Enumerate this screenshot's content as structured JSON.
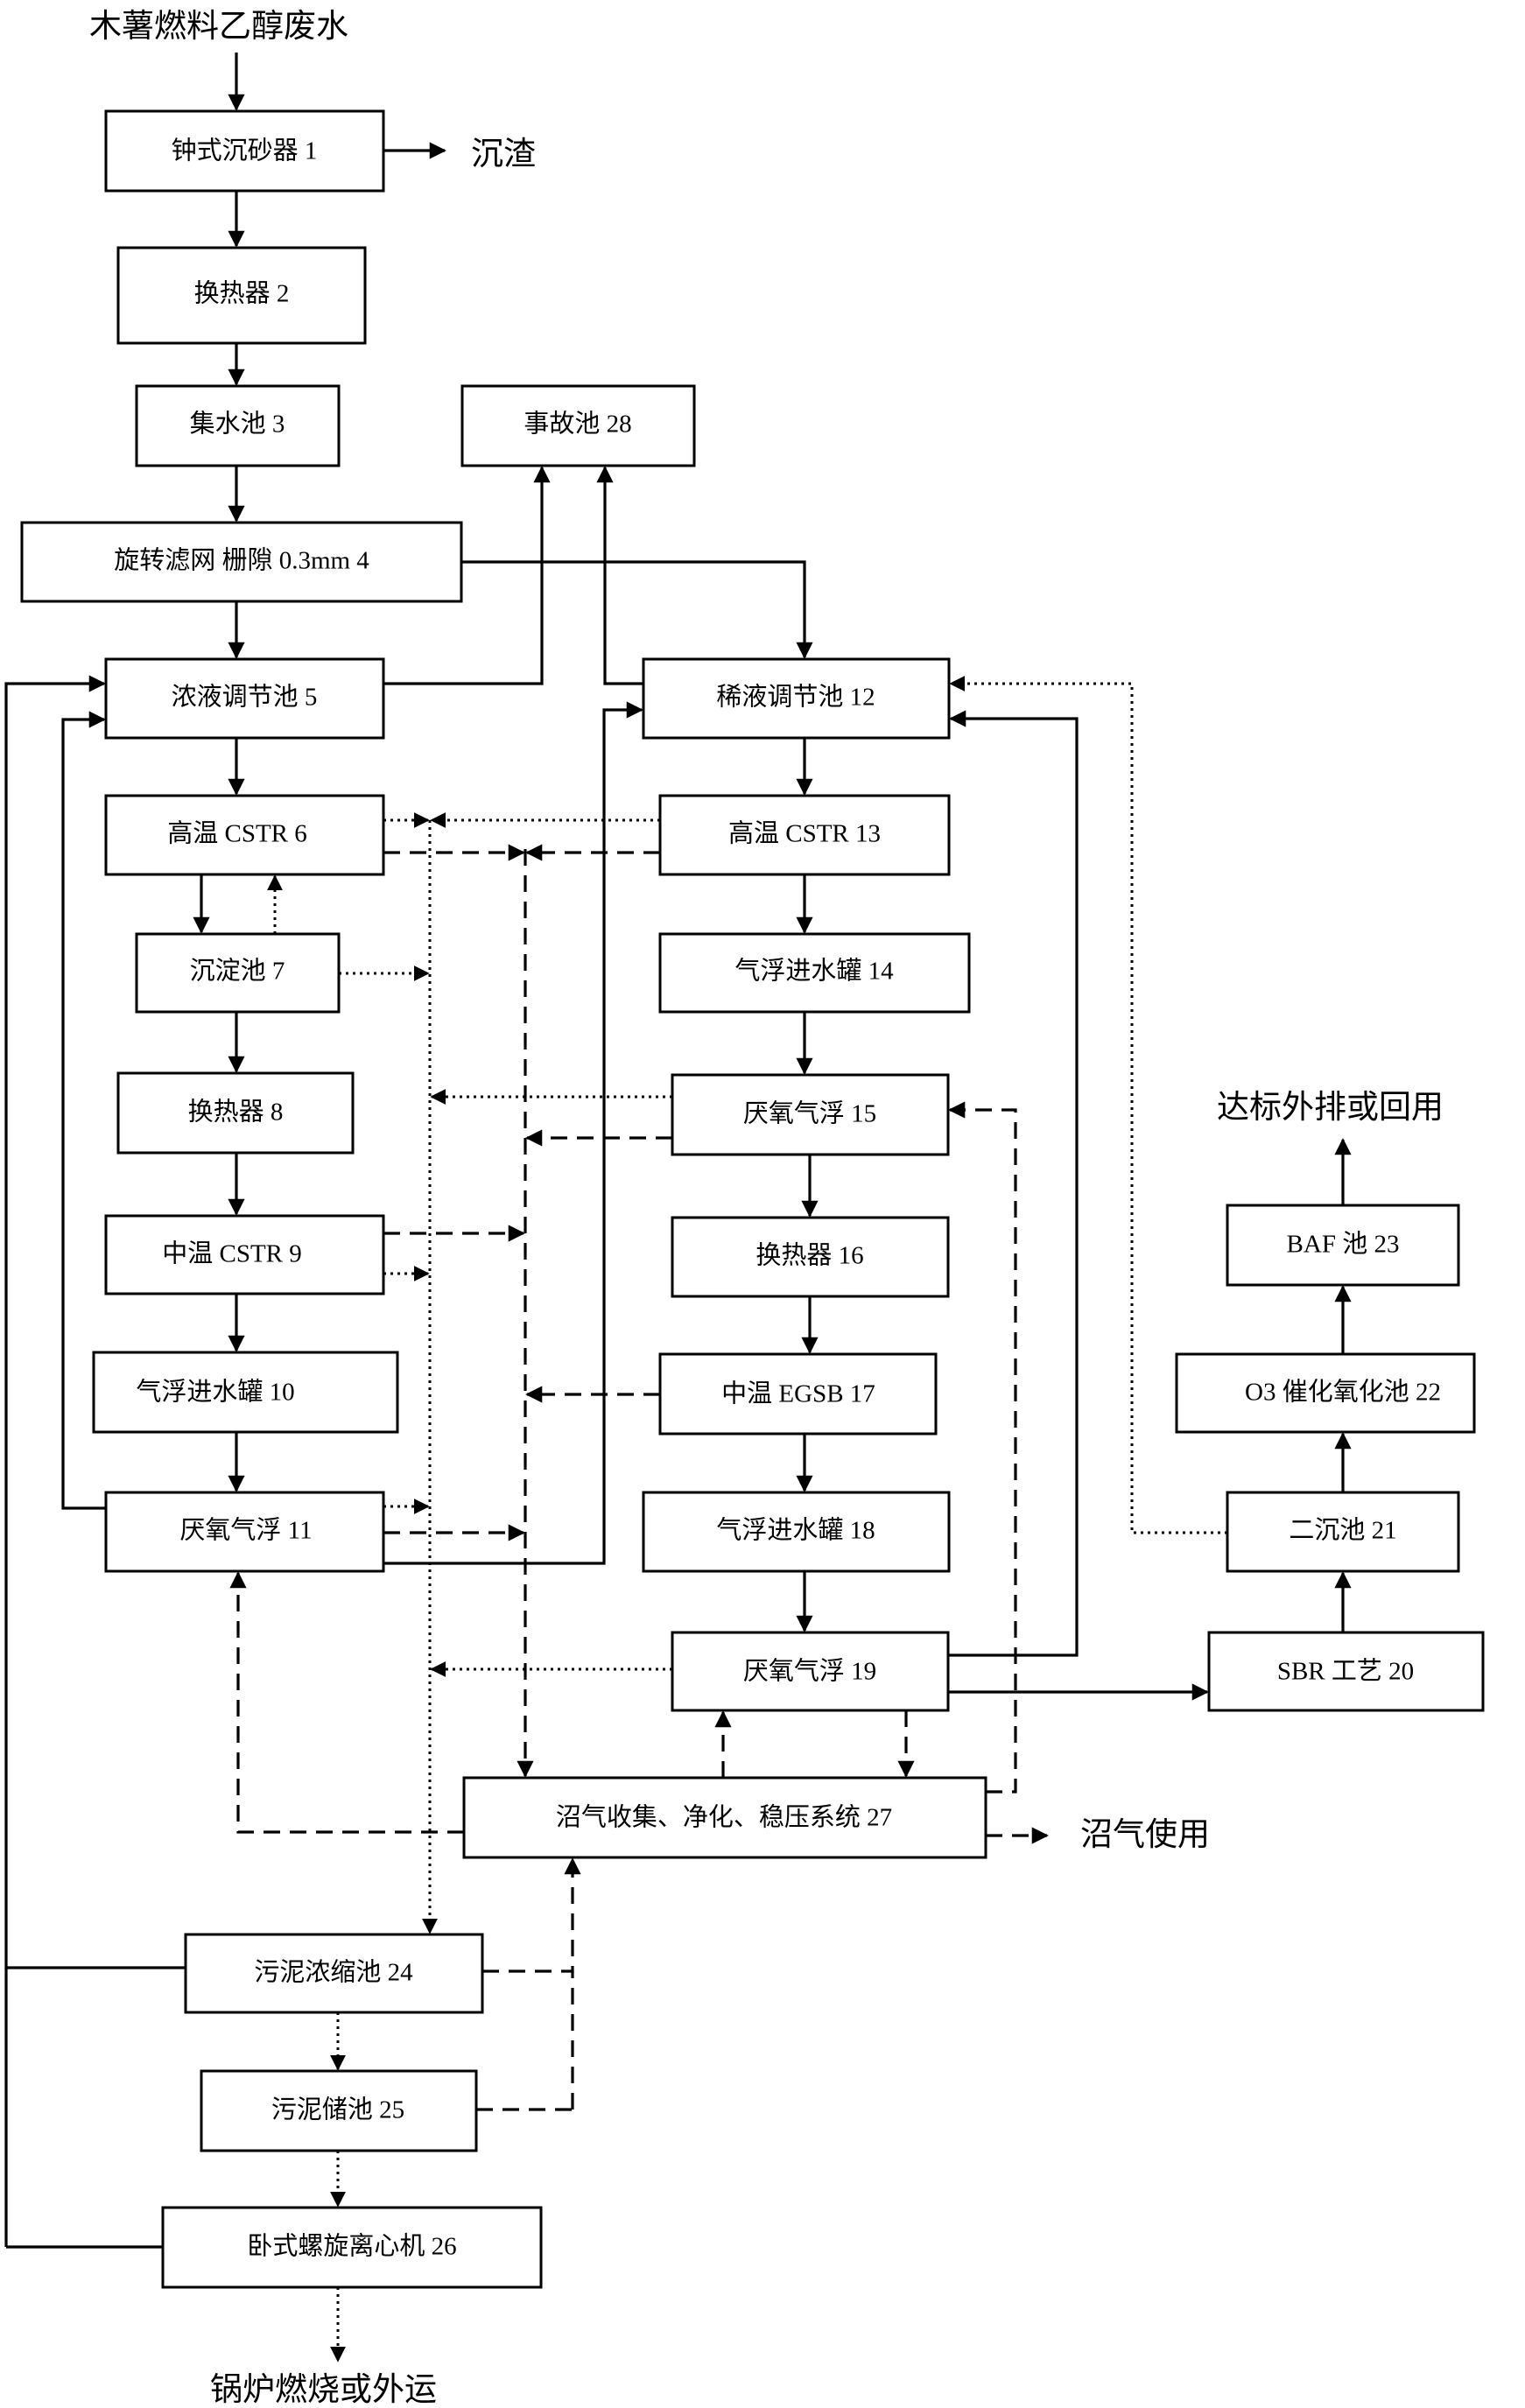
{
  "source_text": "木薯燃料乙醇废水",
  "outputs": {
    "sand": "沉渣",
    "discharge": "达标外排或回用",
    "biogas_use": "沼气使用",
    "sludge_out": "锅炉燃烧或外运"
  },
  "boxes": {
    "b1": "钟式沉砂器  1",
    "b2": "换热器  2",
    "b3": "集水池  3",
    "b4": "旋转滤网  栅隙 0.3mm 4",
    "b5": "浓液调节池  5",
    "b6": "高温 CSTR 6",
    "b7": "沉淀池  7",
    "b8": "换热器  8",
    "b9": "中温 CSTR 9",
    "b10": "气浮进水罐 10",
    "b11": "厌氧气浮  11",
    "b12": "稀液调节池  12",
    "b13": "高温 CSTR 13",
    "b14": "气浮进水罐  14",
    "b15": "厌氧气浮  15",
    "b16": "换热器  16",
    "b17": "中温 EGSB 17",
    "b18": "气浮进水罐  18",
    "b19": "厌氧气浮  19",
    "b20": "SBR 工艺  20",
    "b21": "二沉池  21",
    "b22": "O3 催化氧化池  22",
    "b23": "BAF 池  23",
    "b24": "污泥浓缩池  24",
    "b25": "污泥储池  25",
    "b26": "卧式螺旋离心机  26",
    "b27": "沼气收集、净化、稳压系统  27",
    "b28": "事故池  28"
  }
}
